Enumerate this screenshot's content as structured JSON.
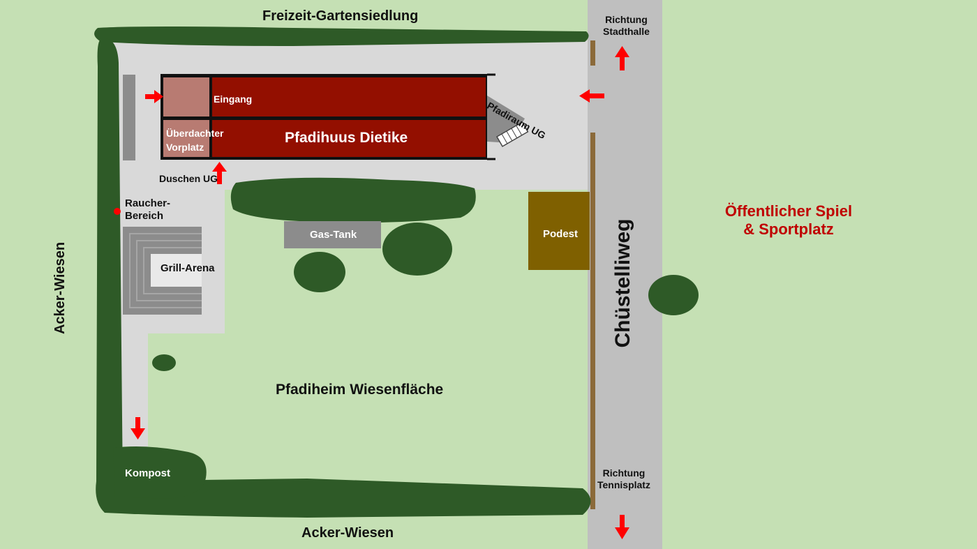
{
  "labels": {
    "north_neighbor": "Freizeit-Gartensiedlung",
    "south_neighbor": "Acker-Wiesen",
    "west_neighbor": "Acker-Wiesen",
    "direction_north_1": "Richtung",
    "direction_north_2": "Stadthalle",
    "direction_south_1": "Richtung",
    "direction_south_2": "Tennisplatz",
    "street": "Chüstelliweg",
    "sportplatz_1": "Öffentlicher Spiel",
    "sportplatz_2": "& Sportplatz",
    "eingang": "Eingang",
    "vorplatz_1": "Überdachter",
    "vorplatz_2": "Vorplatz",
    "building": "Pfadihuus Dietike",
    "pfadiraum": "Pfadiraum UG",
    "duschen": "Duschen UG",
    "raucher_1": "Raucher-",
    "raucher_2": "Bereich",
    "grill": "Grill-Arena",
    "gastank": "Gas-Tank",
    "podest": "Podest",
    "wiese": "Pfadiheim Wiesenfläche",
    "kompost": "Kompost"
  },
  "colors": {
    "grass": "#c5e0b4",
    "hedge": "#2e5a27",
    "paved": "#d9d9d9",
    "road": "#bfbfbf",
    "building": "#930f00",
    "vorplatz": "#b87b72",
    "podest": "#7f6000",
    "structure": "#8c8c8c",
    "arrow": "#ff0000",
    "fence": "#8b6a3a"
  }
}
